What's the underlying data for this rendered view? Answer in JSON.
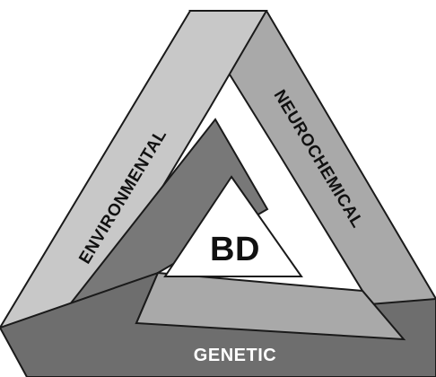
{
  "diagram": {
    "center_label": "BD",
    "sides": {
      "left": "ENVIRONMENTAL",
      "right": "NEUROCHEMICAL",
      "bottom": "GENETIC"
    }
  },
  "colors": {
    "left_face": "#c8c8c8",
    "right_face": "#a9a9a9",
    "bottom_face": "#6e6e6e",
    "inner_left_face": "#787878",
    "stroke": "#1a1a1a",
    "dark_text": "#111111",
    "light_text": "#ffffff",
    "center_fill": "#ffffff"
  }
}
